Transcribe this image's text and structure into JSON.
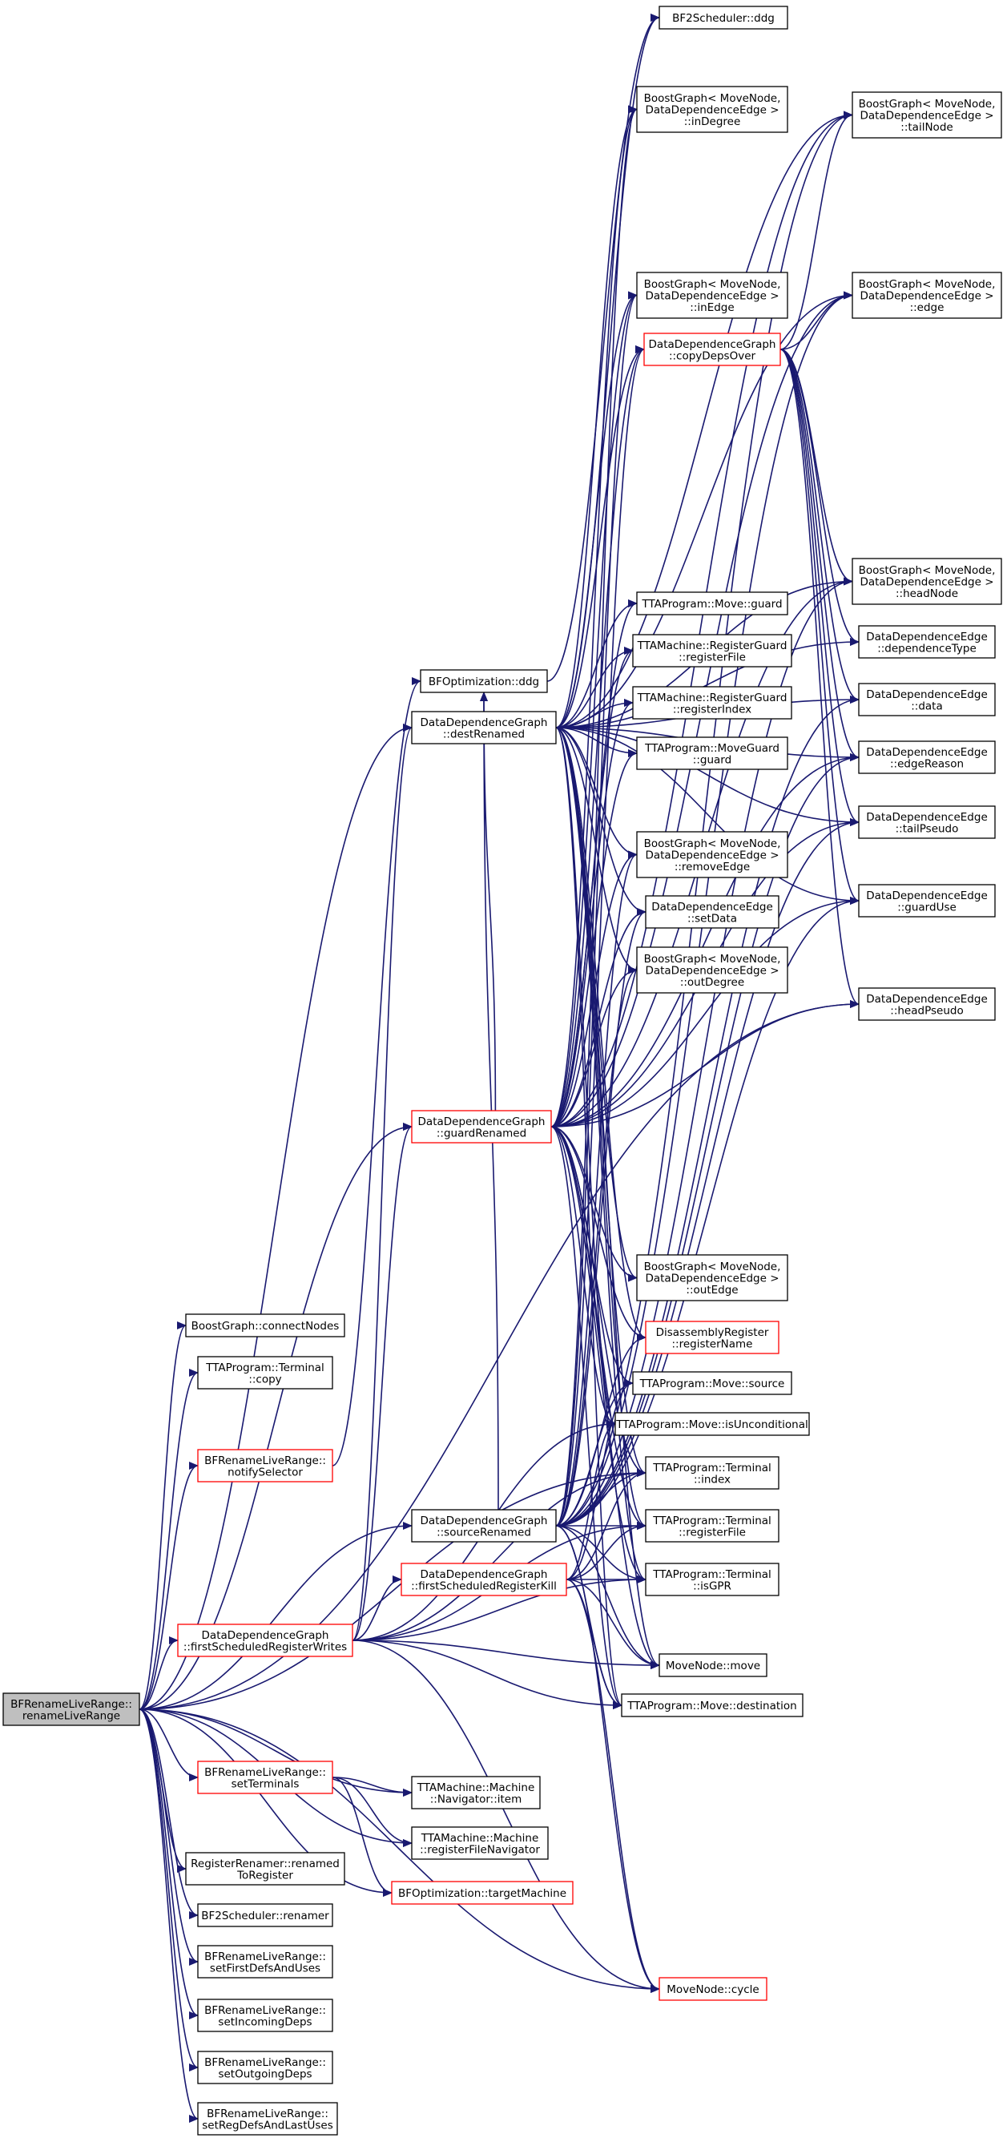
{
  "colors": {
    "background": "#ffffff",
    "edge": "#191970",
    "node_border": "#000000",
    "node_border_red": "#ff0000",
    "node_fill": "#ffffff",
    "root_fill": "#bfbfbf"
  },
  "nodes": {
    "root": [
      "BFRenameLiveRange::",
      "renameLiveRange"
    ],
    "bf2_ddg": [
      "BF2Scheduler::ddg"
    ],
    "bg_taildesc": [
      "BoostGraph< MoveNode,",
      "DataDependenceEdge >",
      "::tailNode"
    ],
    "bg_indegree": [
      "BoostGraph< MoveNode,",
      "DataDependenceEdge >",
      "::inDegree"
    ],
    "bg_edge": [
      "BoostGraph< MoveNode,",
      "DataDependenceEdge >",
      "::edge"
    ],
    "bg_inedge": [
      "BoostGraph< MoveNode,",
      "DataDependenceEdge >",
      "::inEdge"
    ],
    "ddg_copydeps": [
      "DataDependenceGraph",
      "::copyDepsOver"
    ],
    "bg_headnode": [
      "BoostGraph< MoveNode,",
      "DataDependenceEdge >",
      "::headNode"
    ],
    "move_guard": [
      "TTAProgram::Move::guard"
    ],
    "dde_deptype": [
      "DataDependenceEdge",
      "::dependenceType"
    ],
    "rg_regfile": [
      "TTAMachine::RegisterGuard",
      "::registerFile"
    ],
    "bfopt_ddg": [
      "BFOptimization::ddg"
    ],
    "dde_data": [
      "DataDependenceEdge",
      "::data"
    ],
    "ddg_destrenamed": [
      "DataDependenceGraph",
      "::destRenamed"
    ],
    "rg_regindex": [
      "TTAMachine::RegisterGuard",
      "::registerIndex"
    ],
    "moveguard_guard": [
      "TTAProgram::MoveGuard",
      "::guard"
    ],
    "dde_edgereason": [
      "DataDependenceEdge",
      "::edgeReason"
    ],
    "dde_tailpseudo": [
      "DataDependenceEdge",
      "::tailPseudo"
    ],
    "bg_removeedge": [
      "BoostGraph< MoveNode,",
      "DataDependenceEdge >",
      "::removeEdge"
    ],
    "dde_guarduse": [
      "DataDependenceEdge",
      "::guardUse"
    ],
    "dde_setdata": [
      "DataDependenceEdge",
      "::setData"
    ],
    "bg_outdegree": [
      "BoostGraph< MoveNode,",
      "DataDependenceEdge >",
      "::outDegree"
    ],
    "dde_headpseudo": [
      "DataDependenceEdge",
      "::headPseudo"
    ],
    "ddg_guardrenamed": [
      "DataDependenceGraph",
      "::guardRenamed"
    ],
    "bg_outedge": [
      "BoostGraph< MoveNode,",
      "DataDependenceEdge >",
      "::outEdge"
    ],
    "bg_connectnodes": [
      "BoostGraph::connectNodes"
    ],
    "dreg_regname": [
      "DisassemblyRegister",
      "::registerName"
    ],
    "term_copy": [
      "TTAProgram::Terminal",
      "::copy"
    ],
    "move_source": [
      "TTAProgram::Move::source"
    ],
    "move_isuncond": [
      "TTAProgram::Move::isUnconditional"
    ],
    "bfrlr_notify": [
      "BFRenameLiveRange::",
      "notifySelector"
    ],
    "term_index": [
      "TTAProgram::Terminal",
      "::index"
    ],
    "ddg_srcrenamed": [
      "DataDependenceGraph",
      "::sourceRenamed"
    ],
    "term_regfile": [
      "TTAProgram::Terminal",
      "::registerFile"
    ],
    "ddg_firstkill": [
      "DataDependenceGraph",
      "::firstScheduledRegisterKill"
    ],
    "term_isgpr": [
      "TTAProgram::Terminal",
      "::isGPR"
    ],
    "ddg_firstwrites": [
      "DataDependenceGraph",
      "::firstScheduledRegisterWrites"
    ],
    "mn_move": [
      "MoveNode::move"
    ],
    "move_dest": [
      "TTAProgram::Move::destination"
    ],
    "bfrlr_setterm": [
      "BFRenameLiveRange::",
      "setTerminals"
    ],
    "mnav_item": [
      "TTAMachine::Machine",
      "::Navigator::item"
    ],
    "machine_rfnav": [
      "TTAMachine::Machine",
      "::registerFileNavigator"
    ],
    "rr_renamed": [
      "RegisterRenamer::renamed",
      "ToRegister"
    ],
    "bfopt_tm": [
      "BFOptimization::targetMachine"
    ],
    "bf2_renamer": [
      "BF2Scheduler::renamer"
    ],
    "mn_cycle": [
      "MoveNode::cycle"
    ],
    "bfrlr_setfirst": [
      "BFRenameLiveRange::",
      "setFirstDefsAndUses"
    ],
    "bfrlr_setinc": [
      "BFRenameLiveRange::",
      "setIncomingDeps"
    ],
    "bfrlr_setout": [
      "BFRenameLiveRange::",
      "setOutgoingDeps"
    ],
    "bfrlr_setreg": [
      "BFRenameLiveRange::",
      "setRegDefsAndLastUses"
    ]
  }
}
